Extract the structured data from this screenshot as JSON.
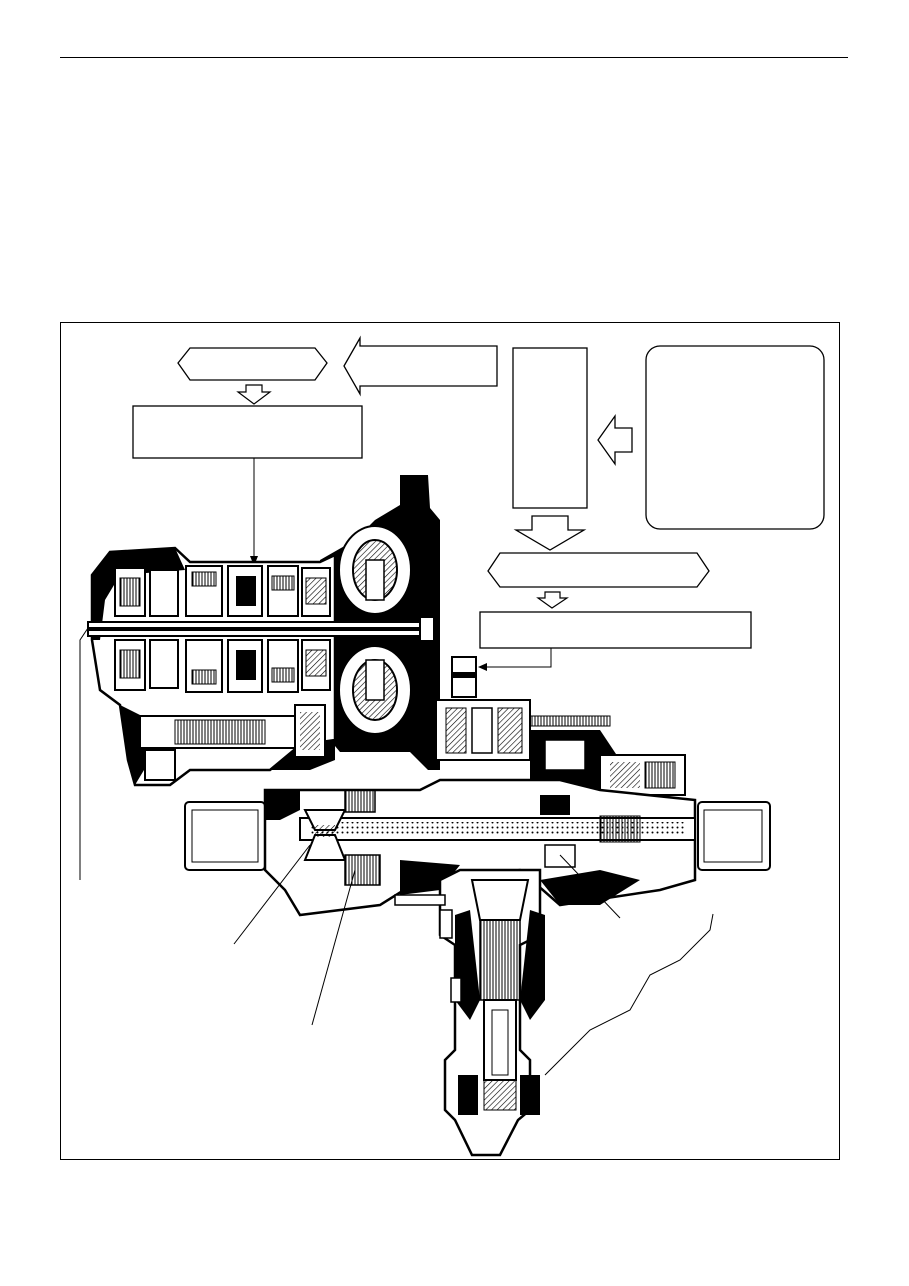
{
  "page": {
    "header_rule": true
  },
  "figure": {
    "type": "transaxle-cutaway-illustration",
    "callout_boxes": [
      {
        "id": "hex-label-top-left",
        "text": ""
      },
      {
        "id": "arrow-box-top-center",
        "text": ""
      },
      {
        "id": "rect-label-left",
        "text": ""
      },
      {
        "id": "tall-box-center",
        "text": ""
      },
      {
        "id": "rounded-box-right",
        "text": ""
      },
      {
        "id": "hex-label-middle-right",
        "text": ""
      },
      {
        "id": "rect-label-right",
        "text": ""
      }
    ],
    "colors": {
      "ink": "#000000",
      "paper": "#ffffff"
    }
  }
}
